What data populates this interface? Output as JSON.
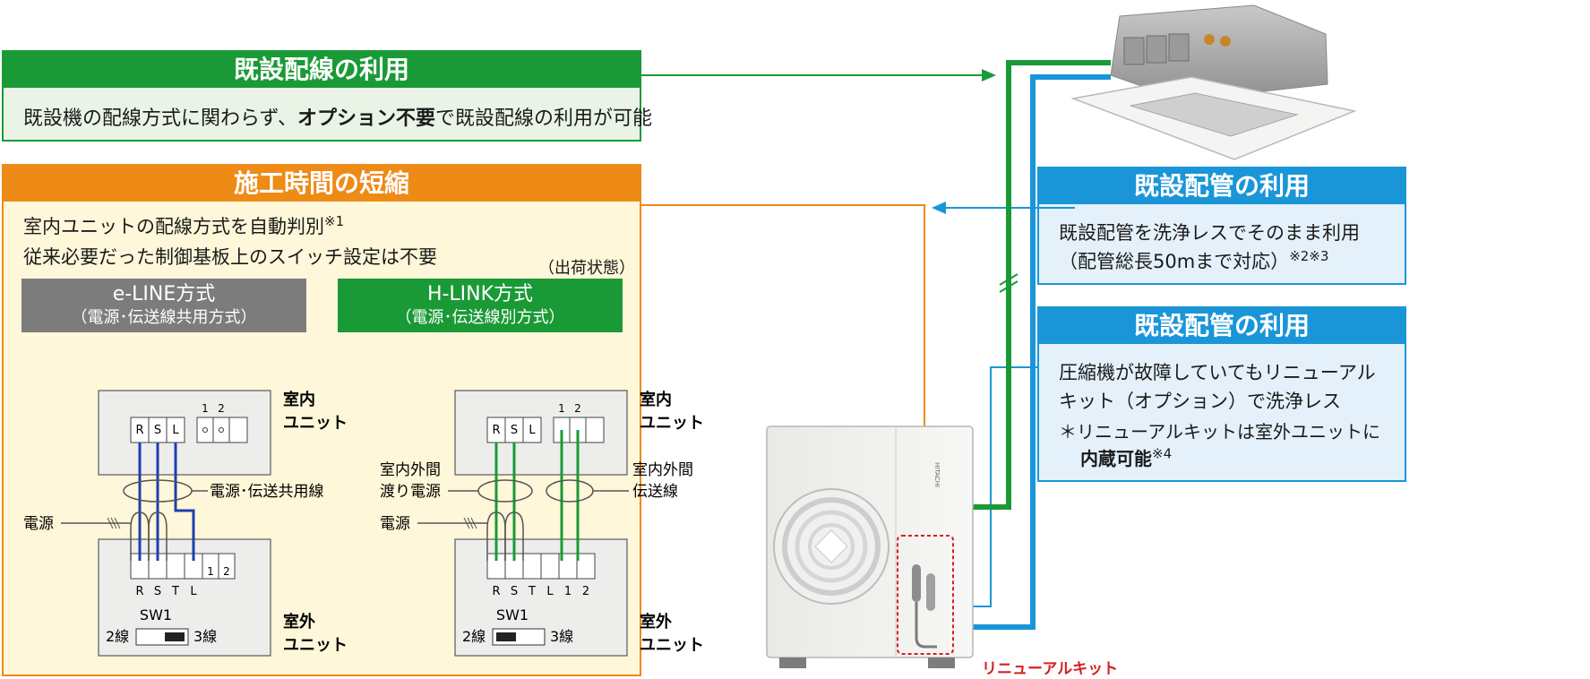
{
  "colors": {
    "green": "#1a9a36",
    "green_bg": "#eaf4e6",
    "orange": "#ee8a16",
    "orange_bg": "#fff7d9",
    "blue": "#1a96d8",
    "blue_bg": "#e4f1fa",
    "gray": "#7c7c7c",
    "red": "#d62020"
  },
  "wiring": {
    "title": "既設配線の利用",
    "body_pre": "既設機の配線方式に関わらず、",
    "body_bold": "オプション不要",
    "body_post": "で既設配線の利用が可能"
  },
  "construction": {
    "title": "施工時間の短縮",
    "line1": "室内ユニットの配線方式を自動判別",
    "line1_note": "※1",
    "line2": "従来必要だった制御基板上のスイッチ設定は不要",
    "shipping": "（出荷状態）",
    "eline": {
      "title": "e-LINE方式",
      "subtitle": "（電源･伝送線共用方式）",
      "indoor": [
        "室内",
        "ユニット"
      ],
      "outdoor": [
        "室外",
        "ユニット"
      ],
      "terminals_top": [
        "R",
        "S",
        "L"
      ],
      "small_terms": [
        "1",
        "2"
      ],
      "terminals_bottom": [
        "R",
        "S",
        "T",
        "L",
        "1",
        "2"
      ],
      "label_shared": "電源･伝送共用線",
      "label_power": "電源",
      "sw": "SW1",
      "sw_left": "2線",
      "sw_right": "3線"
    },
    "hlink": {
      "title": "H-LINK方式",
      "subtitle": "（電源･伝送線別方式）",
      "indoor": [
        "室内",
        "ユニット"
      ],
      "outdoor": [
        "室外",
        "ユニット"
      ],
      "terminals_top": [
        "R",
        "S",
        "L"
      ],
      "small_terms": [
        "1",
        "2"
      ],
      "terminals_bottom": [
        "R",
        "S",
        "T",
        "L",
        "1",
        "2"
      ],
      "label_left": [
        "室内外間",
        "渡り電源"
      ],
      "label_right": [
        "室内外間",
        "伝送線"
      ],
      "label_power": "電源",
      "sw": "SW1",
      "sw_left": "2線",
      "sw_right": "3線"
    }
  },
  "piping1": {
    "title": "既設配管の利用",
    "line1": "既設配管を洗浄レスでそのまま利用",
    "line2": "（配管総長50mまで対応）",
    "line2_note": "※2※3"
  },
  "piping2": {
    "title": "既設配管の利用",
    "line1": "圧縮機が故障していてもリニューアル",
    "line2": "キット（オプション）で洗浄レス",
    "line3": "＊リニューアルキットは室外ユニットに",
    "line4": "内蔵可能",
    "line4_note": "※4"
  },
  "outdoor_unit": {
    "brand": "HITACHI",
    "kit_label": "リニューアルキット"
  }
}
